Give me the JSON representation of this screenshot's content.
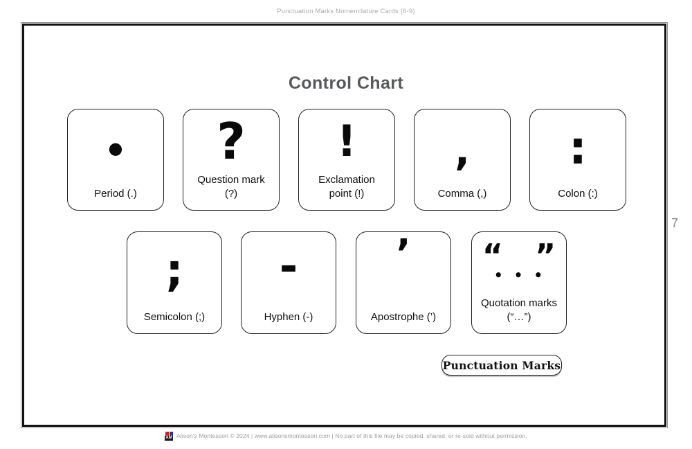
{
  "page": {
    "header": "Punctuation Marks Nomenclature Cards (6-9)",
    "title": "Control Chart",
    "page_number": "7"
  },
  "cards": [
    {
      "glyph": "●",
      "label": "Period (.)"
    },
    {
      "glyph": "?",
      "label": "Question mark (?)"
    },
    {
      "glyph": "!",
      "label": "Exclamation point (!)"
    },
    {
      "glyph": ",",
      "label": "Comma (,)"
    },
    {
      "glyph": ":",
      "label": "Colon (:)"
    },
    {
      "glyph": ";",
      "label": "Semicolon (;)"
    },
    {
      "glyph": "-",
      "label": "Hyphen (-)"
    },
    {
      "glyph": "’",
      "label": "Apostrophe (’)"
    },
    {
      "glyph_top": "“ ”",
      "glyph_dots": "• • •",
      "label": "Quotation marks (“…”)"
    }
  ],
  "label_box": {
    "text": "Punctuation Marks"
  },
  "footer": {
    "logo_text": "AM",
    "text": "Alison's Montessori © 2024 | www.alisonsmontessori.com | No part of this file may be copied, shared, or re-sold without permission."
  },
  "colors": {
    "title_gray": "#58595b",
    "header_gray": "#a8aaad",
    "card_border": "#1f1f1f",
    "logo_red": "#c8202f",
    "logo_blue": "#27348b"
  }
}
